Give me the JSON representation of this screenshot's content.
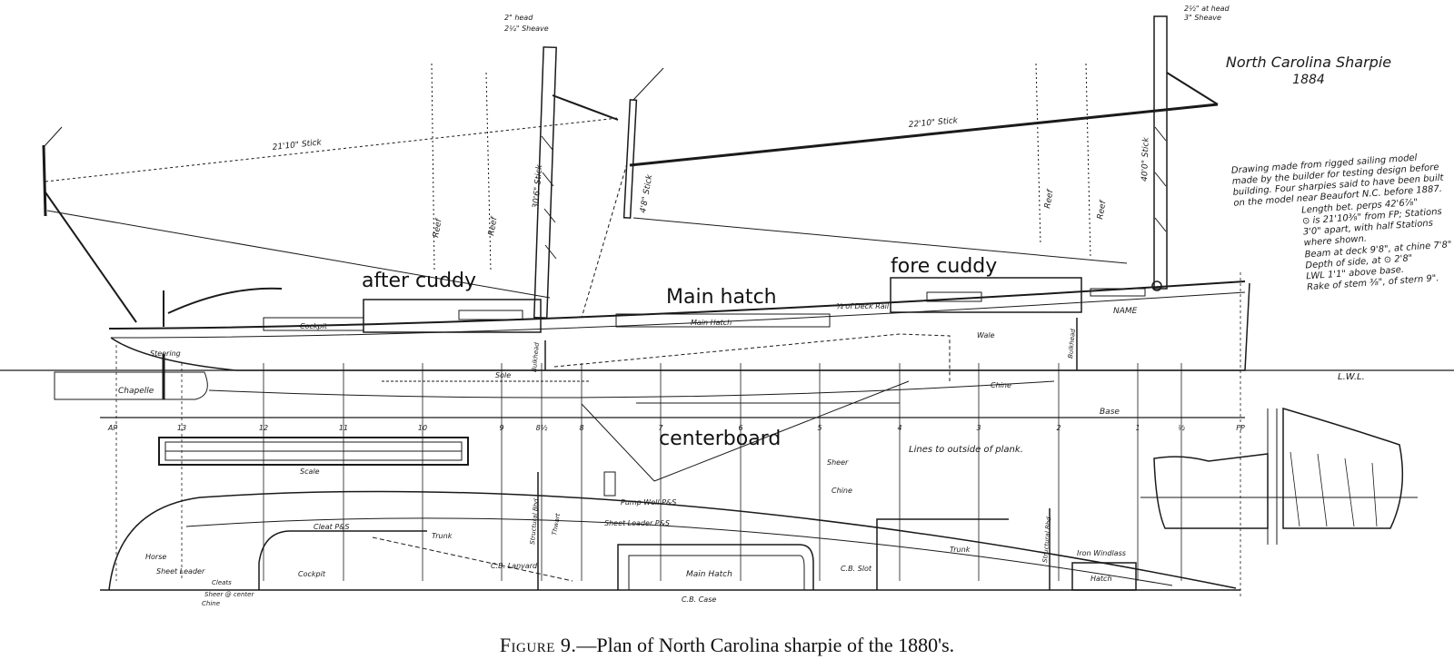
{
  "title": {
    "line1": "North Carolina Sharpie",
    "line2": "1884"
  },
  "notes": [
    "Drawing made from rigged sailing model",
    "made by the builder for testing design before",
    "building. Four sharpies said to have been built",
    "on the model near Beaufort N.C. before 1887.",
    "Length bet. perps    42'6⅞\"",
    "⊙ is 21'10⅜\" from FP; Stations",
    "3'0\" apart, with half Stations",
    "where shown.",
    "Beam at deck 9'8\", at chine 7'8\"",
    "Depth of side, at ⊙   2'8\"",
    "LWL 1'1\" above base.",
    "Rake of stem ⅜\", of stern 9\"."
  ],
  "overlay_labels": {
    "after_cuddy": "after cuddy",
    "main_hatch": "Main hatch",
    "fore_cuddy": "fore cuddy",
    "centerboard": "centerboard"
  },
  "profile_labels": {
    "mizzen_stick": "21'10\" Stick",
    "main_stick": "22'10\" Stick",
    "after_mast_stick": "30'6\" Stick",
    "fore_mast_stick": "40'0\" Stick",
    "sprit_stick": "4'8\" Stick",
    "head_after": "2\" head",
    "sheave_after": "2¼\" Sheave",
    "head_fore": "2½\" at head",
    "sheave_fore": "3\" Sheave",
    "reef": "Reef",
    "cockpit": "Cockpit",
    "main_hatch_small": "Main Hatch",
    "rail": "¾ of Deck Rail",
    "wale": "Wale",
    "name": "NAME",
    "steering": "Steering",
    "chapelle": "Chapelle",
    "bulkhead": "Bulkhead",
    "lwl": "L.W.L.",
    "sole": "Sole",
    "chine": "Chine",
    "base": "Base",
    "lines_note": "Lines to outside of plank.",
    "scale": "Scale"
  },
  "stations": [
    "AP",
    "13",
    "12",
    "11",
    "10",
    "9",
    "8½",
    "8",
    "7",
    "6",
    "5",
    "4",
    "3",
    "2",
    "1",
    "½",
    "FP"
  ],
  "plan_labels": {
    "sheer": "Sheer",
    "chine": "Chine",
    "cleat": "Cleat P&S",
    "sheet_leader_ps": "Sheet Leader P&S",
    "pump_well": "Pump Well P&S",
    "trunk_aft": "Trunk",
    "trunk_fore": "Trunk",
    "structural_bhd_aft": "Structural Bhd",
    "structural_bhd_fore": "Structural Bhd",
    "thwart": "Thwart",
    "cb_lanyard": "C.B. Lanyard",
    "main_hatch": "Main Hatch",
    "cb_slot": "C.B. Slot",
    "cb_case": "C.B. Case",
    "iron_windlass": "Iron Windlass",
    "hatch": "Hatch",
    "cockpit": "Cockpit",
    "horse": "Horse",
    "sheet_leader": "Sheet Leader",
    "cleats": "Cleats",
    "sheer_center": "Sheer @ center",
    "chine_small": "Chine"
  },
  "caption": {
    "figure": "Figure 9.",
    "text": "—Plan of North Carolina sharpie of the 1880's."
  }
}
